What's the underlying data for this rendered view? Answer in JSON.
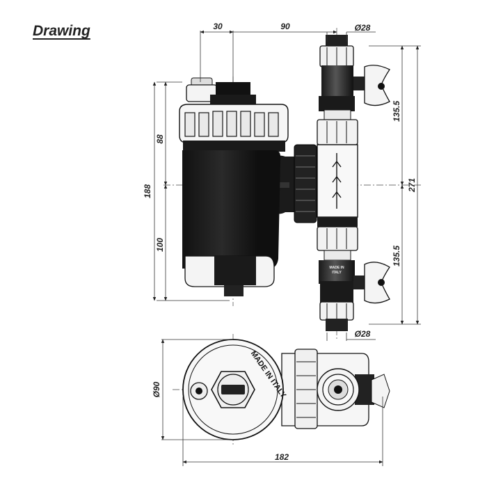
{
  "title": "Drawing",
  "dimensions": {
    "top_left": "30",
    "top_right": "90",
    "pipe_dia_top": "Ø28",
    "pipe_dia_bottom": "Ø28",
    "upper_height": "88",
    "total_height_left": "188",
    "lower_height": "100",
    "valve_upper": "135.5",
    "valve_lower": "135.5",
    "total_height_right": "271",
    "plan_diameter": "Ø90",
    "plan_width": "182"
  },
  "labels": {
    "made_in_italy_top": "MADE IN ITALY",
    "made_in_italy_cap": "MADE IN ITALY"
  }
}
